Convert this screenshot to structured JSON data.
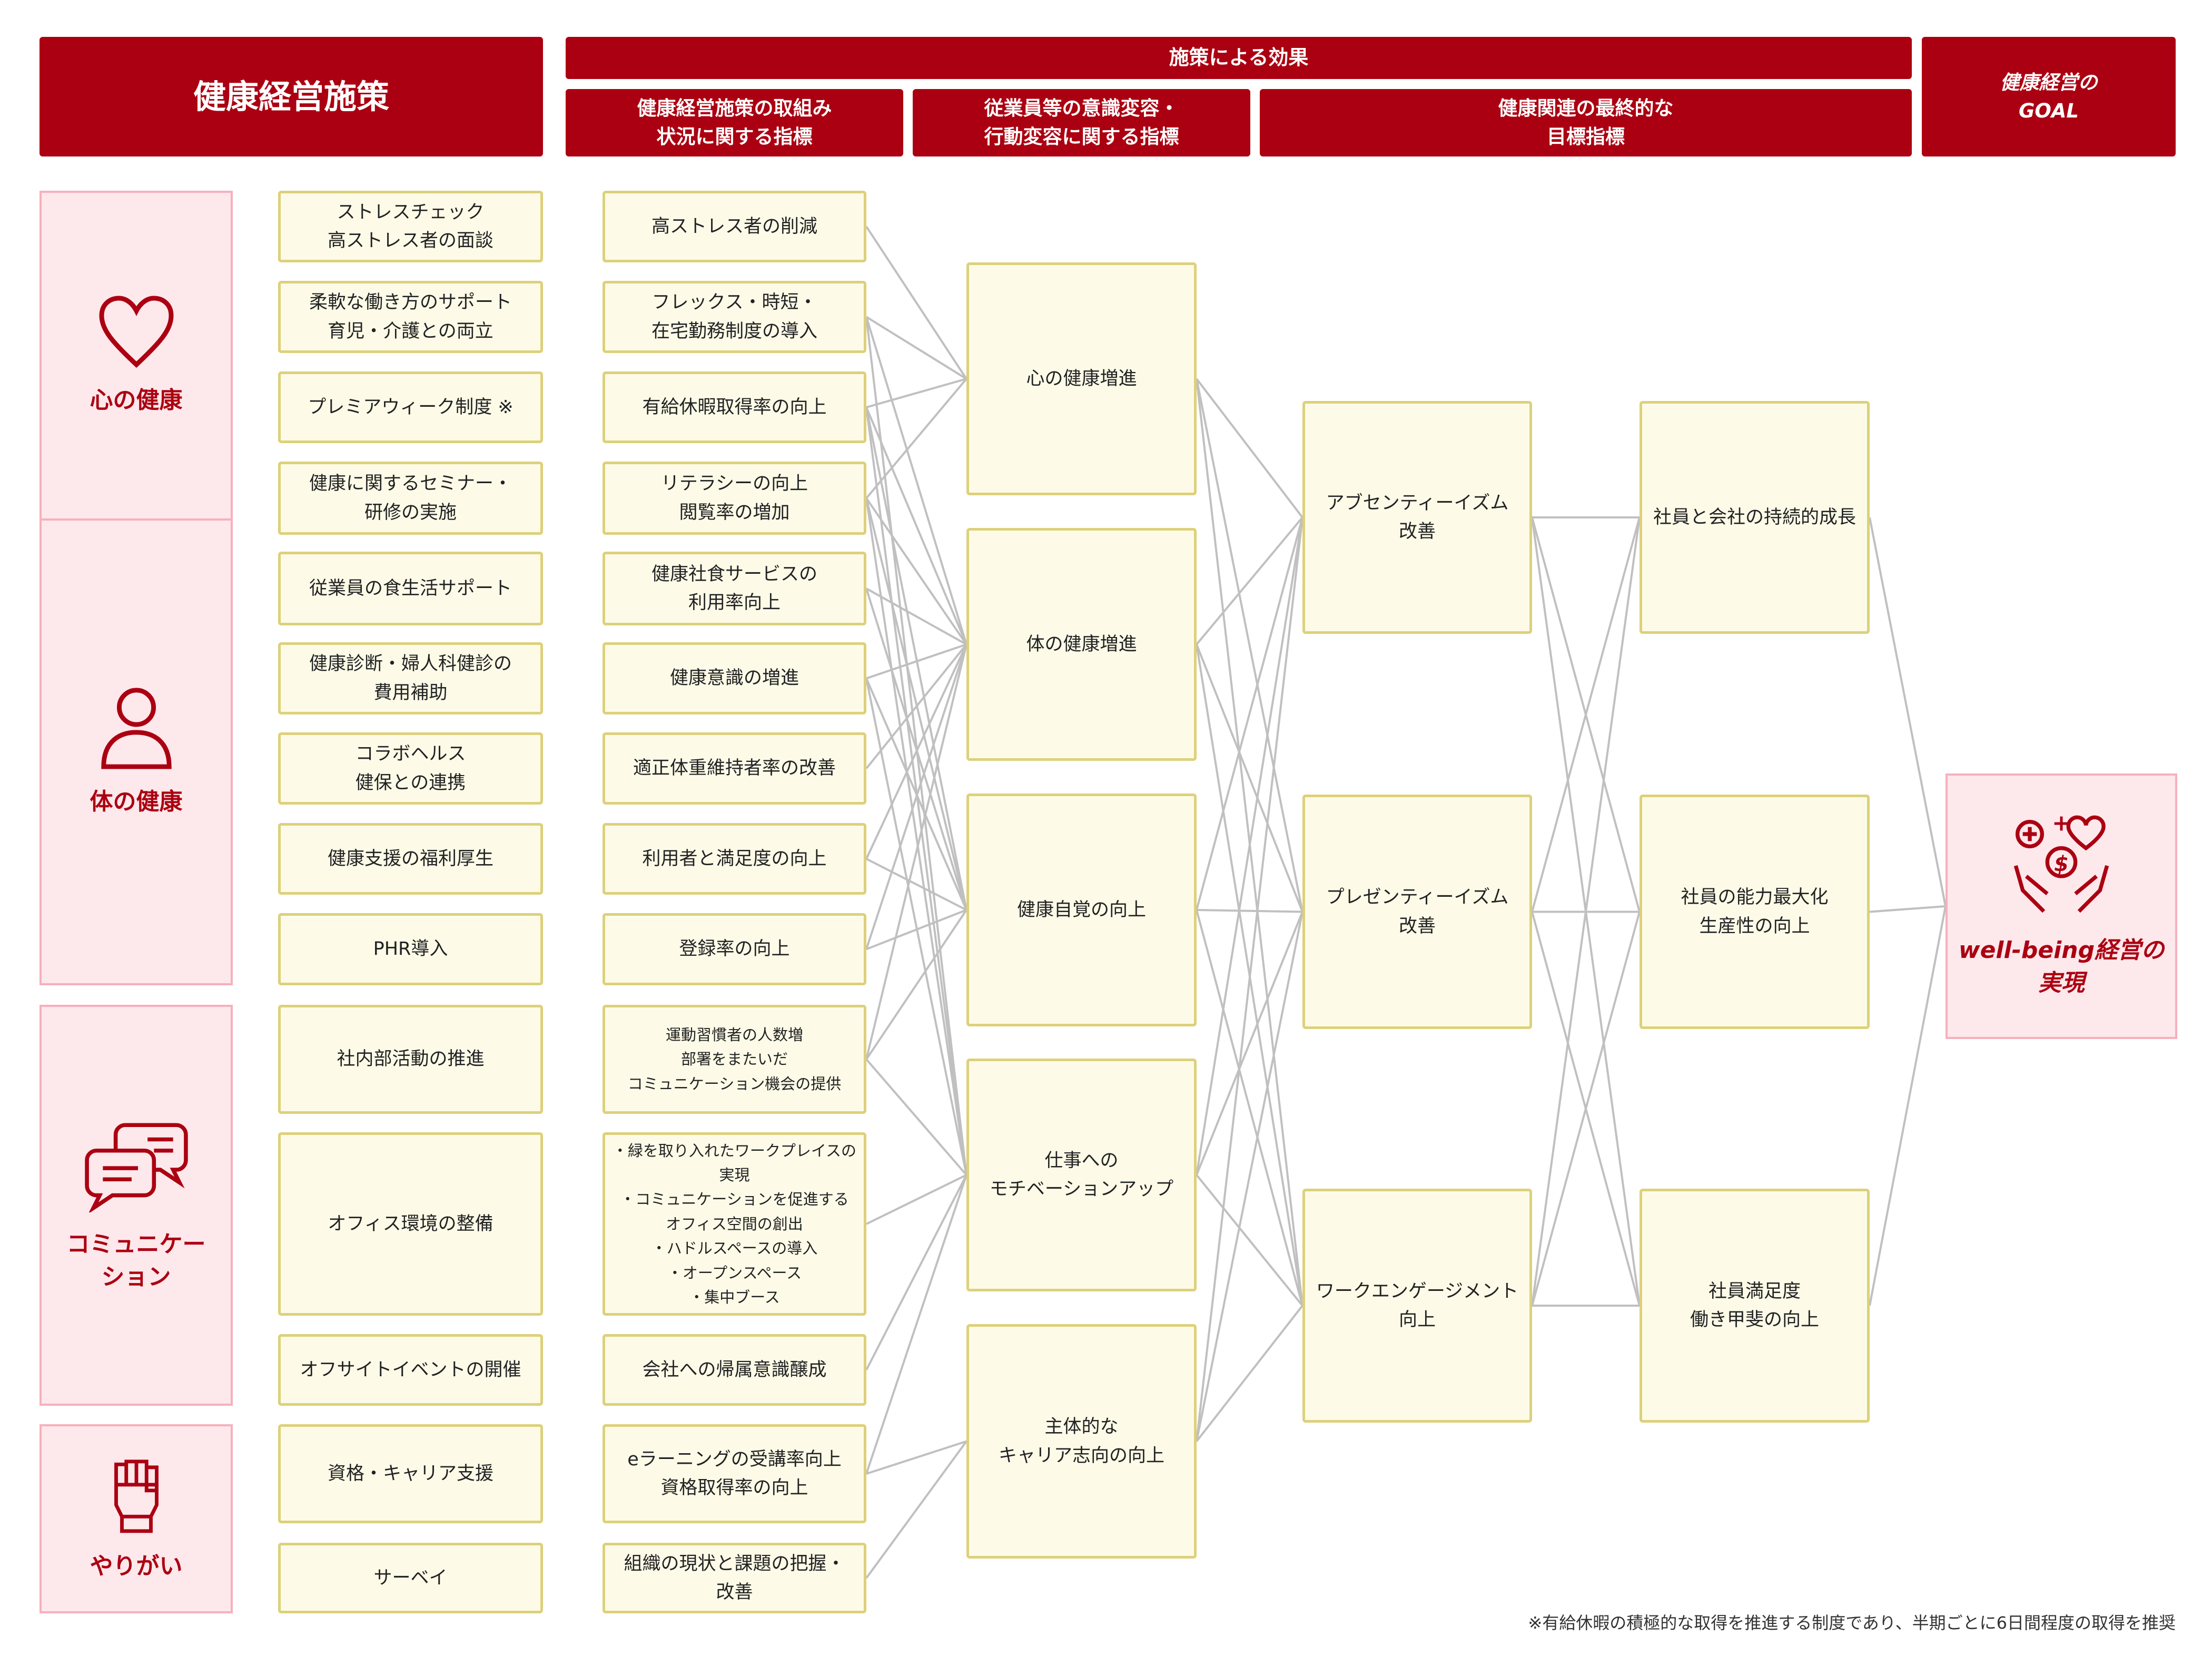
{
  "header": {
    "policy": "健康経営施策",
    "effects": "施策による効果",
    "sub1": "健康経営施策の取組み\n状況に関する指標",
    "sub2": "従業員等の意識変容・\n行動変容に関する指標",
    "sub3": "健康関連の最終的な\n目標指標",
    "goal": "健康経営の\nGOAL"
  },
  "categories": [
    {
      "label": "心の健康",
      "icon": "heart-icon"
    },
    {
      "label": "体の健康",
      "icon": "person-icon"
    },
    {
      "label": "コミュニケー\nション",
      "icon": "chat-bubbles-icon"
    },
    {
      "label": "やりがい",
      "icon": "fist-icon"
    }
  ],
  "policies": [
    "ストレスチェック\n高ストレス者の面談",
    "柔軟な働き方のサポート\n育児・介護との両立",
    "プレミアウィーク制度 ※",
    "健康に関するセミナー・\n研修の実施",
    "従業員の食生活サポート",
    "健康診断・婦人科健診の\n費用補助",
    "コラボヘルス\n健保との連携",
    "健康支援の福利厚生",
    "PHR導入",
    "社内部活動の推進",
    "オフィス環境の整備",
    "オフサイトイベントの開催",
    "資格・キャリア支援",
    "サーベイ"
  ],
  "indicators": [
    "高ストレス者の削減",
    "フレックス・時短・\n在宅勤務制度の導入",
    "有給休暇取得率の向上",
    "リテラシーの向上\n閲覧率の増加",
    "健康社食サービスの\n利用率向上",
    "健康意識の増進",
    "適正体重維持者率の改善",
    "利用者と満足度の向上",
    "登録率の向上",
    "運動習慣者の人数増\n部署をまたいだ\nコミュニケーション機会の提供",
    "・緑を取り入れたワークプレイスの\n実現\n・コミュニケーションを促進する\nオフィス空間の創出\n・ハドルスペースの導入\n・オープンスペース\n・集中ブース",
    "会社への帰属意識醸成",
    "eラーニングの受講率向上\n資格取得率の向上",
    "組織の現状と課題の把握・\n改善"
  ],
  "behaviors": [
    "心の健康増進",
    "体の健康増進",
    "健康自覚の向上",
    "仕事への\nモチベーションアップ",
    "主体的な\nキャリア志向の向上"
  ],
  "outcomes": [
    "アブセンティーイズム\n改善",
    "プレゼンティーイズム\n改善",
    "ワークエンゲージメント\n向上"
  ],
  "targets": [
    "社員と会社の持続的成長",
    "社員の能力最大化\n生産性の向上",
    "社員満足度\n働き甲斐の向上"
  ],
  "goal": {
    "label": "well-being経営の\n実現",
    "icon": "hands-heart-money-icon"
  },
  "edges_indicator_behavior": [
    [
      0,
      0
    ],
    [
      1,
      0
    ],
    [
      1,
      1
    ],
    [
      2,
      0
    ],
    [
      2,
      1
    ],
    [
      2,
      2
    ],
    [
      3,
      0
    ],
    [
      3,
      1
    ],
    [
      3,
      2
    ],
    [
      4,
      1
    ],
    [
      4,
      2
    ],
    [
      5,
      1
    ],
    [
      5,
      2
    ],
    [
      6,
      1
    ],
    [
      7,
      1
    ],
    [
      7,
      2
    ],
    [
      8,
      1
    ],
    [
      8,
      2
    ],
    [
      9,
      1
    ],
    [
      9,
      2
    ],
    [
      9,
      3
    ],
    [
      10,
      3
    ],
    [
      11,
      3
    ],
    [
      12,
      3
    ],
    [
      12,
      4
    ],
    [
      13,
      4
    ],
    [
      2,
      3
    ],
    [
      1,
      3
    ],
    [
      3,
      3
    ],
    [
      5,
      3
    ]
  ],
  "colors": {
    "brand": "#ab0011",
    "box_fill": "#fdfbe8",
    "box_border": "#ddd07a",
    "cat_fill": "#fde8ec",
    "line": "#c0c0c0"
  },
  "footnote": "※有給休暇の積極的な取得を推進する制度であり、半期ごとに6日間程度の取得を推奨"
}
